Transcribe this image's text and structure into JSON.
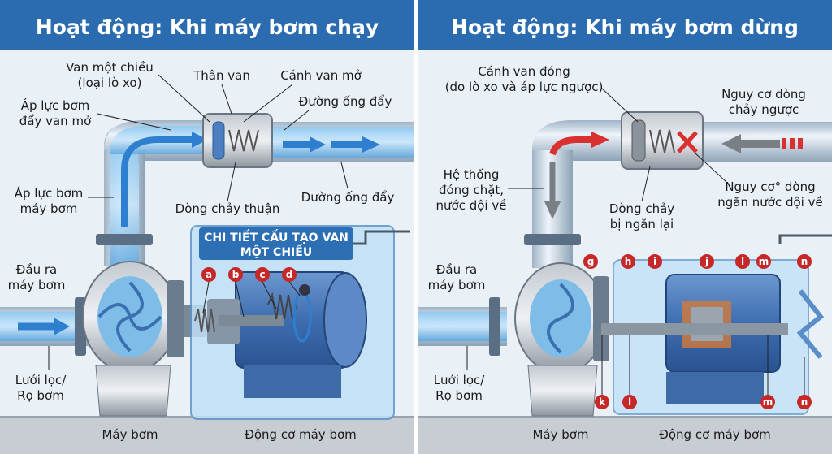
{
  "panels": {
    "left": {
      "title": "Hoạt động: Khi máy bơm chạy",
      "labels": {
        "check_valve_1": "Van một chiều",
        "check_valve_2": "(loại lò xo)",
        "valve_body": "Thân van",
        "flap_open": "Cánh van mở",
        "pump_pressure_open_1": "Áp lực bơm",
        "pump_pressure_open_2": "đẩy van mở",
        "discharge_pipe_top": "Đường ống đẩy",
        "pump_pressure_1": "Áp lực bơm",
        "pump_pressure_2": "máy bơm",
        "forward_flow": "Dòng chảy thuận",
        "discharge_pipe_bottom": "Đường ống đẩy",
        "pump_outlet_1": "Đầu ra",
        "pump_outlet_2": "máy bơm",
        "strainer_1": "Lưới lọc/",
        "strainer_2": "Rọ bơm",
        "pump": "Máy bơm",
        "motor": "Động cơ máy bơm"
      },
      "detail_box": {
        "title_1": "CHI TIẾT CẤU TẠO VAN",
        "title_2": "MỘT CHIỀU",
        "badges": [
          "a",
          "b",
          "c",
          "d"
        ]
      }
    },
    "right": {
      "title": "Hoạt động: Khi máy bơm dừng",
      "labels": {
        "flap_closed_1": "Cánh van đóng",
        "flap_closed_2": "(do lò xo và áp lực ngược)",
        "backflow_risk_1": "Nguy cơ dòng",
        "backflow_risk_2": "chảy ngược",
        "system_1": "Hệ thống",
        "system_2": "đóng chặt,",
        "system_3": "nước dội về",
        "blocked_flow_1": "Dòng chảy",
        "blocked_flow_2": "bị ngăn lại",
        "hammer_risk_1": "Nguy cơ° dòng",
        "hammer_risk_2": "ngăn nước dội về",
        "pump_outlet_1": "Đầu ra",
        "pump_outlet_2": "máy bơm",
        "strainer_1": "Lưới lọc/",
        "strainer_2": "Rọ bơm",
        "pump": "Máy bơm",
        "motor": "Động cơ máy bơm"
      },
      "badges_top": [
        "g",
        "h",
        "i",
        "j",
        "l",
        "m",
        "n"
      ],
      "badges_bottom": [
        "k",
        "l",
        "m",
        "n"
      ]
    }
  },
  "colors": {
    "header": "#2b6cb0",
    "water": "#3a8fd6",
    "arrow_blue": "#2f7fd0",
    "arrow_red": "#d93030",
    "badge": "#c62828",
    "pipe": "#c9d6e2",
    "motor": "#3f6fae"
  }
}
